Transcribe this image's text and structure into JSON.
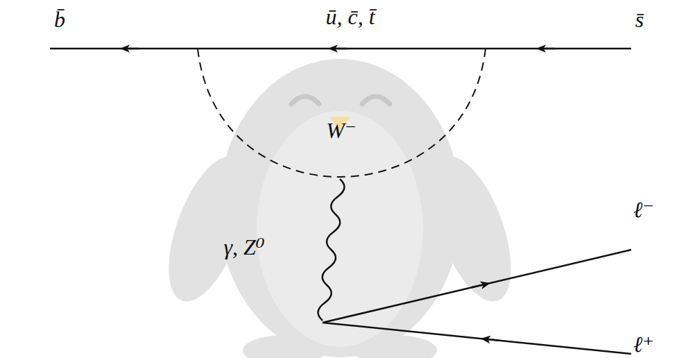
{
  "diagram": {
    "labels": [
      "b̄",
      "ū, c̄, t̄",
      "s̄",
      "W⁻",
      "γ, Z⁰",
      "ℓ⁻",
      "ℓ⁺"
    ]
  }
}
